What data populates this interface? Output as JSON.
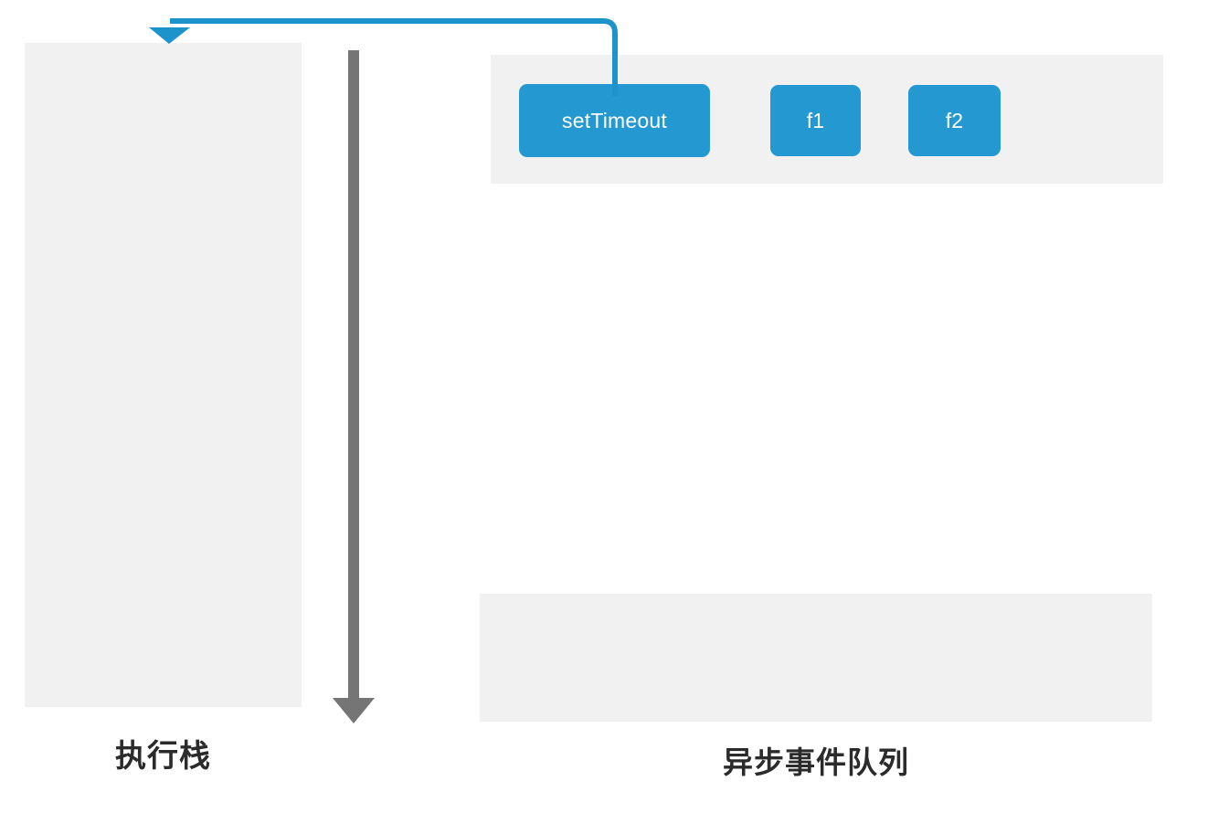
{
  "diagram": {
    "title_stack": "执行栈",
    "title_queue": "异步事件队列",
    "colors": {
      "task_fill": "#2499d1",
      "panel_fill": "#f1f1f1",
      "arrow_blue": "#1c93ca",
      "arrow_gray": "#757575",
      "task_text": "#ffffff",
      "caption_text": "#2b2b2b",
      "background": "#ffffff"
    },
    "stack_panel": {
      "label": "执行栈",
      "items": []
    },
    "queue_panel": {
      "label": "异步事件队列",
      "tasks": [
        {
          "name": "setTimeout"
        },
        {
          "name": "f1"
        },
        {
          "name": "f2"
        }
      ],
      "lower_region_items": []
    },
    "arrows": [
      {
        "id": "callback-return-arrow",
        "name": "blue-callback-arrow",
        "color": "#1c93ca",
        "direction": "down-left",
        "from": "setTimeout",
        "to": "执行栈"
      },
      {
        "id": "event-loop-arrow",
        "name": "gray-event-loop-arrow",
        "color": "#757575",
        "direction": "down"
      }
    ]
  }
}
